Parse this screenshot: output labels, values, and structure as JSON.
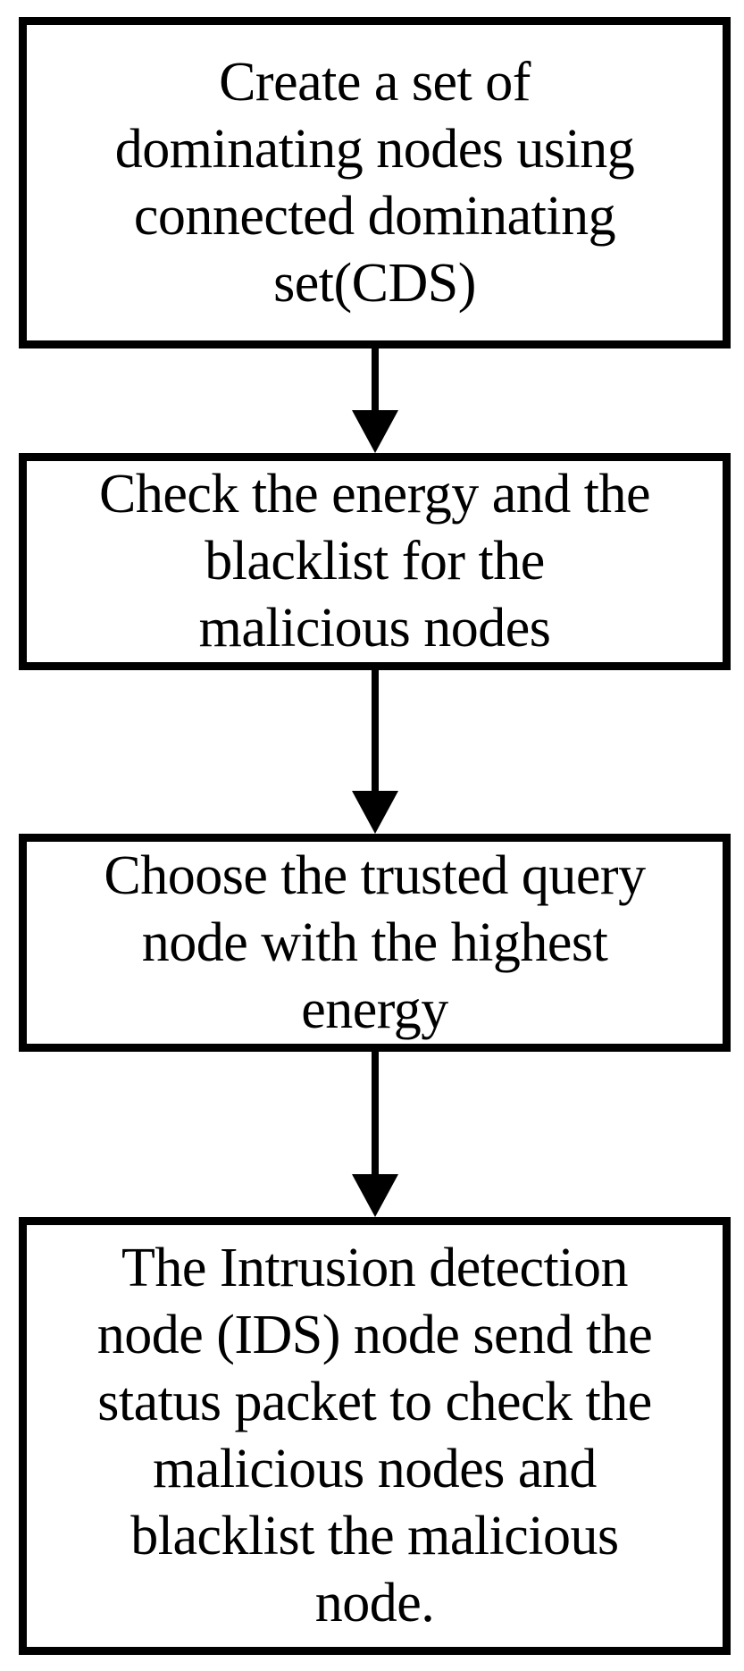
{
  "diagram": {
    "type": "flowchart",
    "direction": "top-down",
    "background_color": "#ffffff",
    "box_border_color": "#000000",
    "text_color": "#000000",
    "arrow_color": "#000000",
    "steps": [
      {
        "id": 1,
        "lines": [
          "Create a set of",
          "dominating nodes using",
          "connected dominating",
          "set(CDS)"
        ],
        "text": "Create a set of dominating nodes using connected dominating set(CDS)"
      },
      {
        "id": 2,
        "lines": [
          "Check the energy and the",
          "blacklist for the",
          "malicious nodes"
        ],
        "text": "Check the energy and the blacklist for the malicious nodes"
      },
      {
        "id": 3,
        "lines": [
          "Choose the trusted query",
          "node with the highest",
          "energy"
        ],
        "text": "Choose the trusted query node with the highest energy"
      },
      {
        "id": 4,
        "lines": [
          "The Intrusion detection",
          "node (IDS) node send the",
          "status packet to check the",
          "malicious nodes and",
          "blacklist the malicious",
          "node."
        ],
        "text": "The Intrusion detection node (IDS) node send the status packet to check the malicious nodes and blacklist the malicious node."
      }
    ],
    "arrows": [
      {
        "from": 1,
        "to": 2,
        "style": "filled-triangle-down"
      },
      {
        "from": 2,
        "to": 3,
        "style": "filled-triangle-down"
      },
      {
        "from": 3,
        "to": 4,
        "style": "filled-triangle-down"
      }
    ]
  }
}
